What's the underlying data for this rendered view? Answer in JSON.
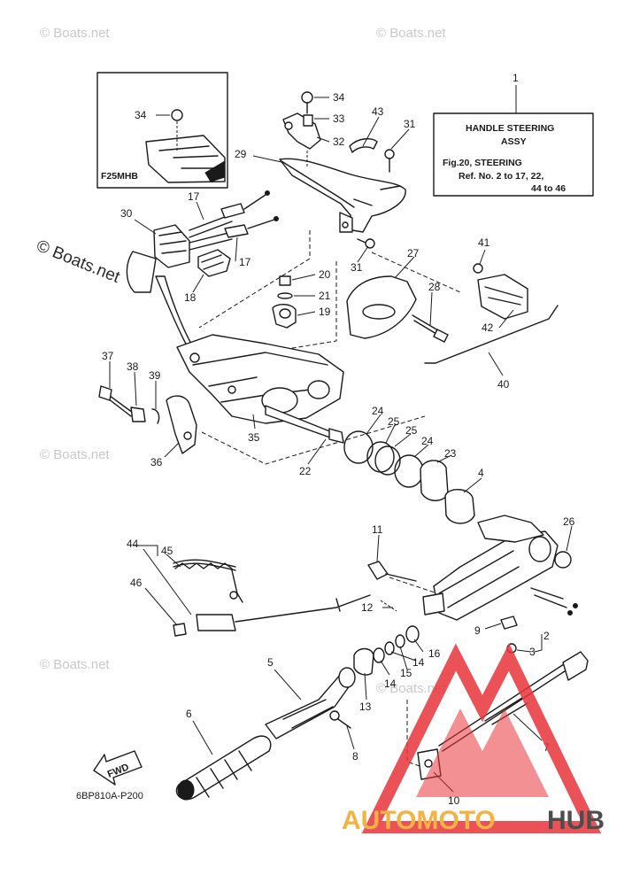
{
  "watermark": {
    "text": "© Boats.net",
    "big_text": "© Boats.net"
  },
  "reference_box": {
    "title_line1": "HANDLE  STEERING",
    "title_line2": "ASSY",
    "ref_line1": "Fig.20, STEERING",
    "ref_line2": "Ref. No. 2 to 17, 22,",
    "ref_line3": "44 to 46"
  },
  "inset": {
    "label": "F25MHB",
    "callout": "34"
  },
  "fwd_label": "FWD",
  "diagram_code": "6BP810A-P200",
  "logo": {
    "part1": "AUTOMOTO",
    "part2": "HUB",
    "accent_color": "#f2b344",
    "dark_color": "#4d4d4d",
    "warning_color": "#e8343a"
  },
  "callouts": {
    "c1": "1",
    "c2": "2",
    "c3": "3",
    "c4": "4",
    "c5": "5",
    "c6": "6",
    "c7": "7",
    "c8": "8",
    "c9": "9",
    "c10": "10",
    "c11": "11",
    "c12": "12",
    "c13": "13",
    "c14a": "14",
    "c14b": "14",
    "c15": "15",
    "c16": "16",
    "c17a": "17",
    "c17b": "17",
    "c18": "18",
    "c19": "19",
    "c20": "20",
    "c21": "21",
    "c22": "22",
    "c23": "23",
    "c24a": "24",
    "c24b": "24",
    "c25a": "25",
    "c25b": "25",
    "c26": "26",
    "c27": "27",
    "c28": "28",
    "c29": "29",
    "c30": "30",
    "c31a": "31",
    "c31b": "31",
    "c32": "32",
    "c33": "33",
    "c34": "34",
    "c35": "35",
    "c36": "36",
    "c37": "37",
    "c38": "38",
    "c39": "39",
    "c40": "40",
    "c41": "41",
    "c42": "42",
    "c43": "43",
    "c44": "44",
    "c45": "45",
    "c46": "46"
  }
}
